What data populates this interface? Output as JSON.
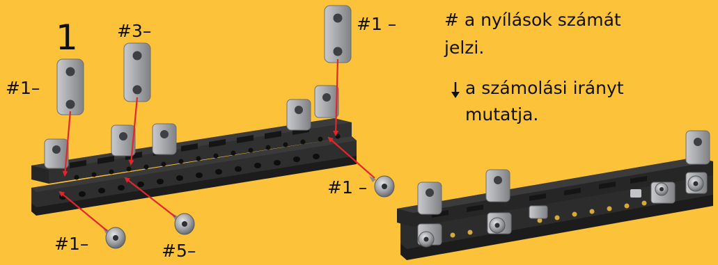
{
  "step_number": "1",
  "legend": {
    "hash_line1": "# a nyílások számát",
    "hash_line2": "jelzi.",
    "arrow_line1": "a számolási irányt",
    "arrow_line2": "mutatja."
  },
  "labels": {
    "plate_left": "#1–",
    "plate_mid": "#3–",
    "plate_right": "#1 –",
    "screw_right": "#1 –",
    "screw_bottom_left": "#1–",
    "screw_bottom_mid": "#5–"
  },
  "colors": {
    "background": "#FBC23A",
    "rail": "#2b2b2b",
    "plate": "#a9aaad",
    "arrow": "#e3262b"
  }
}
